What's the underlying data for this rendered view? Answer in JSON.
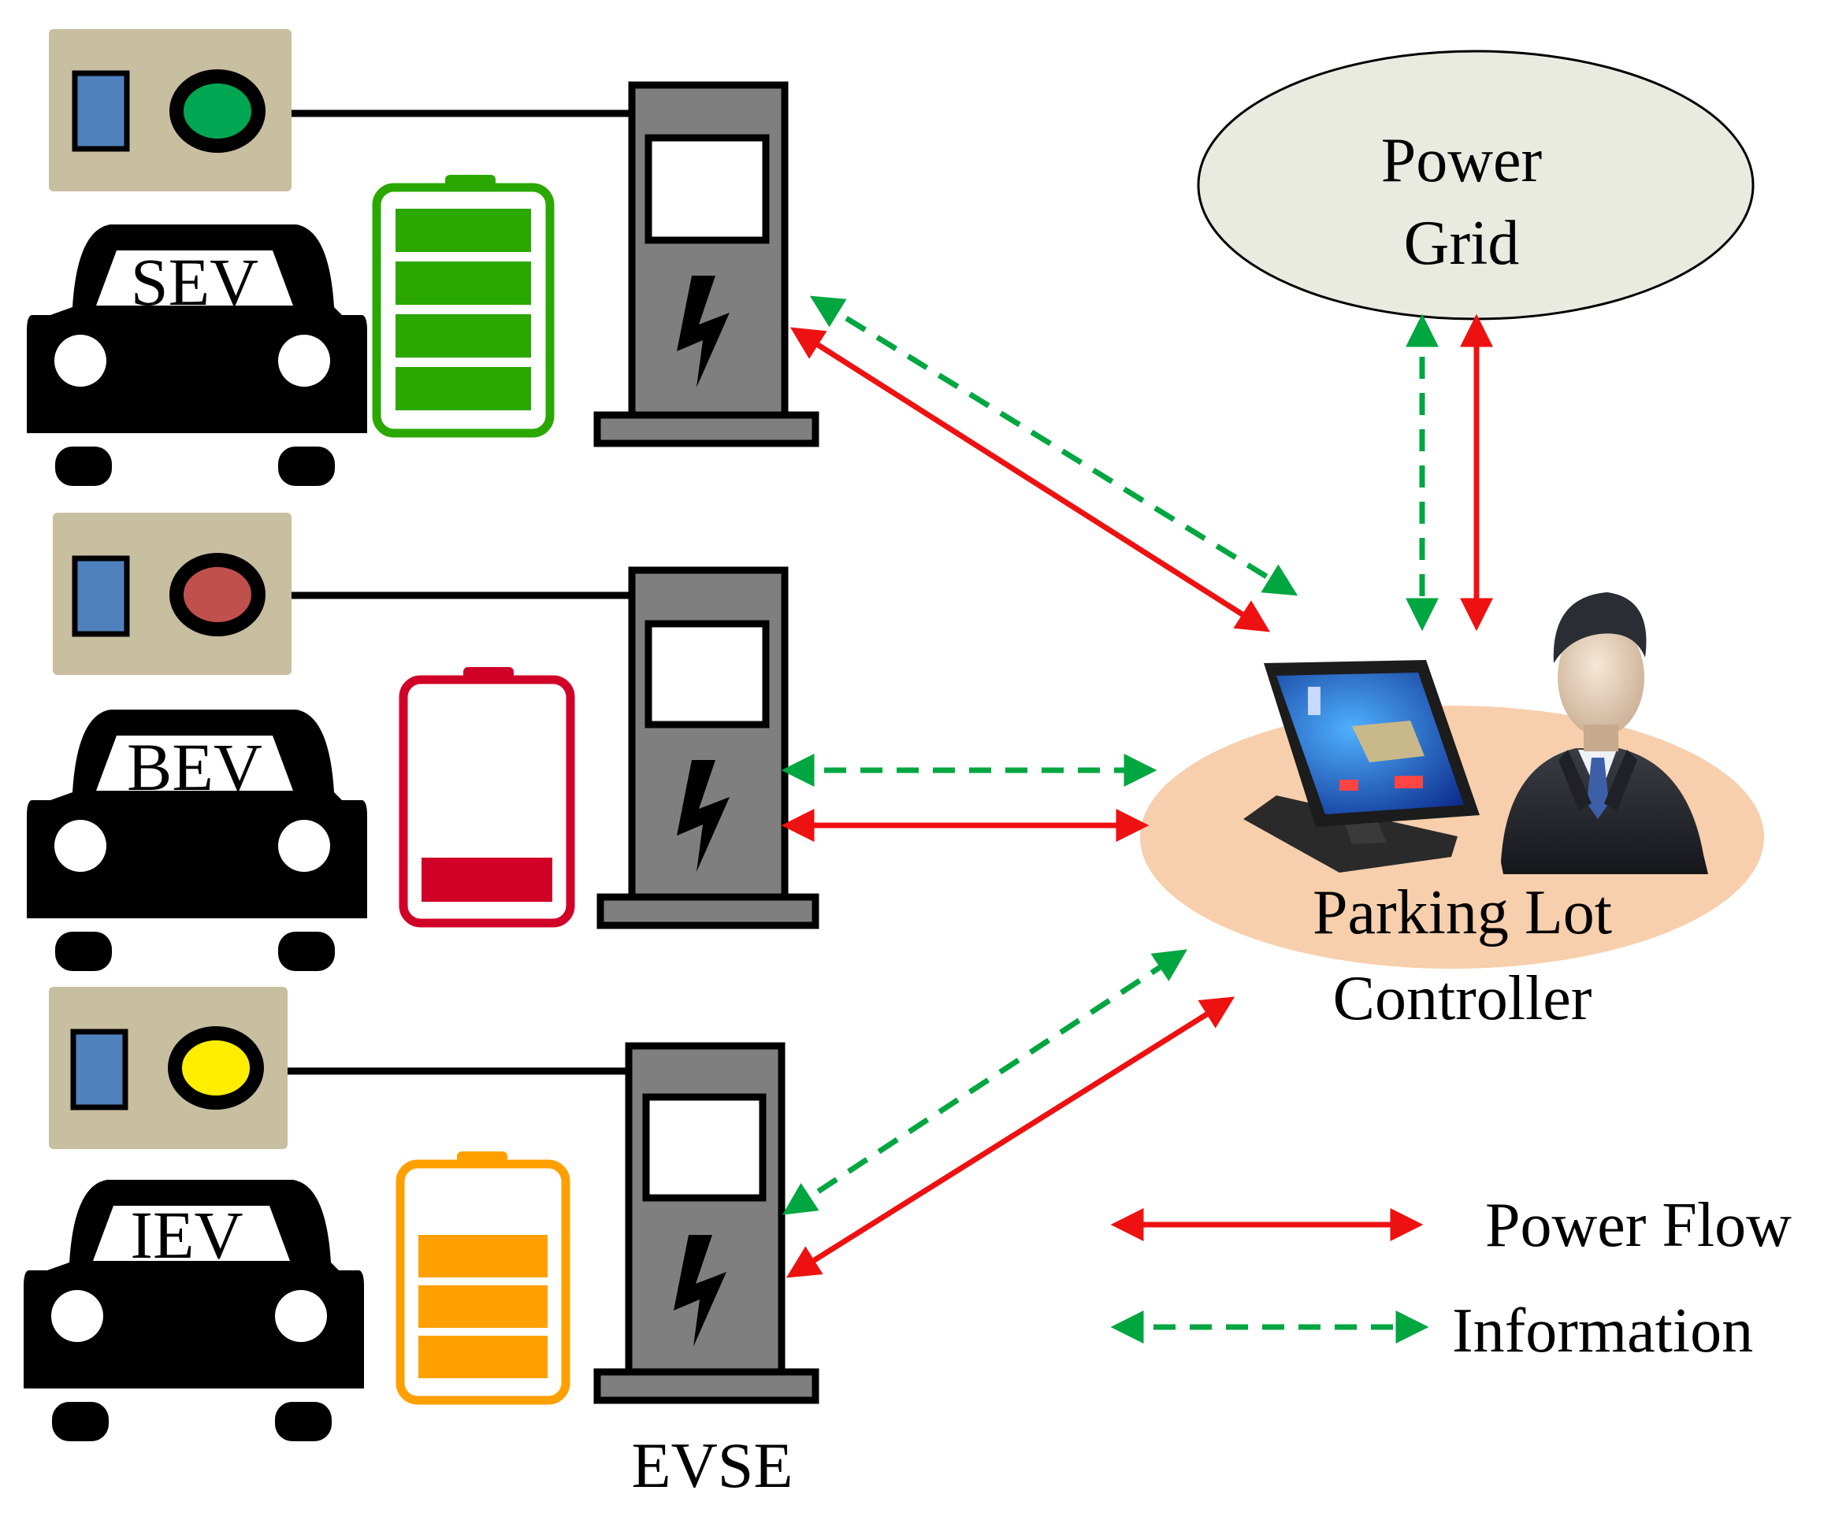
{
  "vehicles": [
    {
      "label": "SEV",
      "indicator_color": "#00a651",
      "battery_color": "#2aa800",
      "battery_level": "4 of 4"
    },
    {
      "label": "BEV",
      "indicator_color": "#c0504d",
      "battery_color": "#d00026",
      "battery_level": "1 of 4"
    },
    {
      "label": "IEV",
      "indicator_color": "#ffee00",
      "battery_color": "#ff9f00",
      "battery_level": "3 of 4"
    }
  ],
  "power_grid": {
    "line1": "Power",
    "line2": "Grid"
  },
  "controller": {
    "line1": "Parking Lot",
    "line2": "Controller"
  },
  "evse_label": "EVSE",
  "legend": {
    "power_flow": "Power Flow",
    "information": "Information"
  },
  "colors": {
    "power_flow": "#ee1111",
    "information": "#00a640",
    "panel": "#c8bea0",
    "charger": "#7f7f7f",
    "grid_ellipse": "#e9ebe0",
    "controller_ellipse": "#f7cfac"
  }
}
